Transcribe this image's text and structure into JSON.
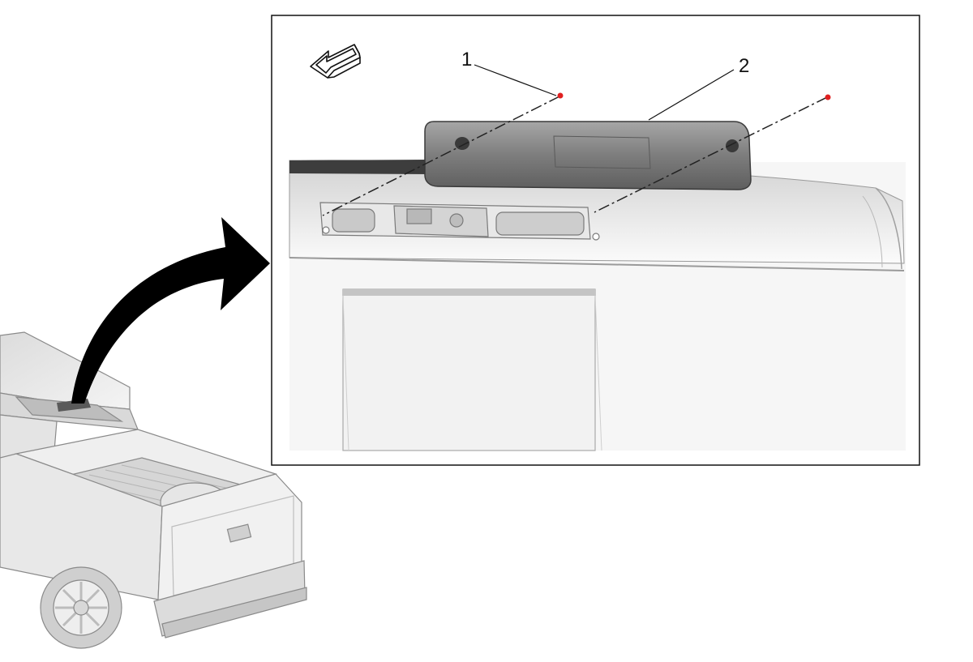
{
  "callouts": [
    {
      "number": "1",
      "part": "screw"
    },
    {
      "number": "2",
      "part": "high-mount-stop-lamp"
    }
  ],
  "icons": {
    "vehicle_front_direction": "hollow-arrow-left-icon",
    "zoom_pointer": "curved-arrow-icon"
  },
  "colors": {
    "outline": "#111111",
    "lamp_body": "#7a7a7a",
    "screw_tip": "#e02020",
    "vehicle_fill": "#e9e9e9",
    "panel_fill": "#f5f5f5"
  }
}
